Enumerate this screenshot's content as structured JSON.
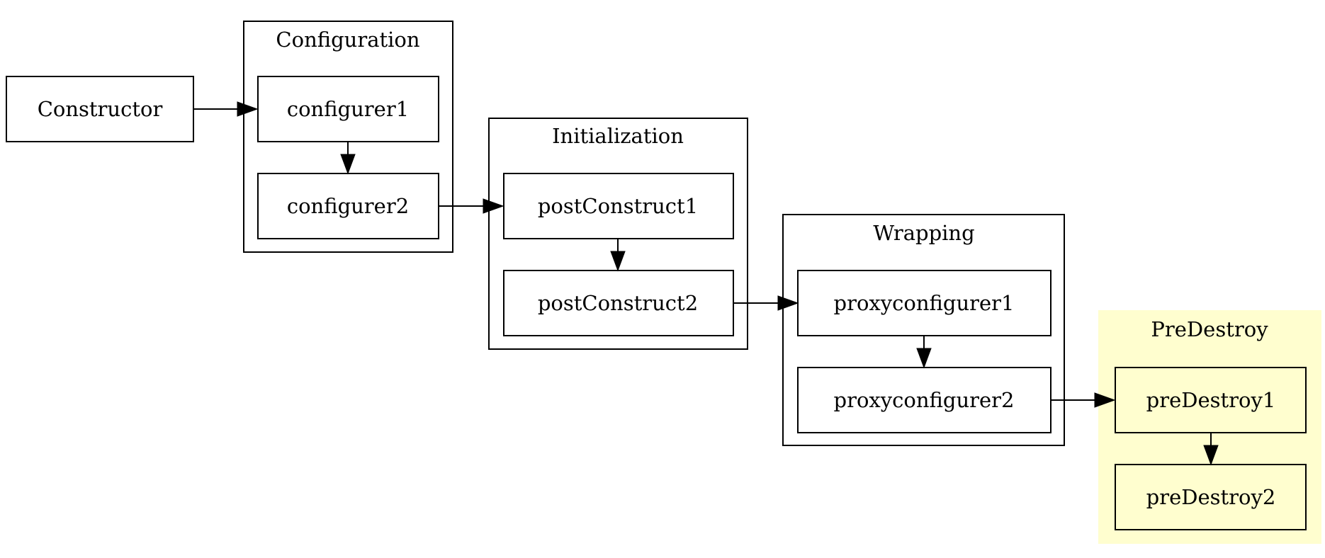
{
  "diagram": {
    "type": "flow",
    "direction": "left-to-right",
    "nodes": [
      {
        "id": "constructor",
        "label": "Constructor"
      },
      {
        "id": "configurer1",
        "label": "configurer1"
      },
      {
        "id": "configurer2",
        "label": "configurer2"
      },
      {
        "id": "postConstruct1",
        "label": "postConstruct1"
      },
      {
        "id": "postConstruct2",
        "label": "postConstruct2"
      },
      {
        "id": "proxyconfigurer1",
        "label": "proxyconfigurer1"
      },
      {
        "id": "proxyconfigurer2",
        "label": "proxyconfigurer2"
      },
      {
        "id": "preDestroy1",
        "label": "preDestroy1"
      },
      {
        "id": "preDestroy2",
        "label": "preDestroy2"
      }
    ],
    "clusters": [
      {
        "id": "configuration",
        "label": "Configuration",
        "members": [
          "configurer1",
          "configurer2"
        ]
      },
      {
        "id": "initialization",
        "label": "Initialization",
        "members": [
          "postConstruct1",
          "postConstruct2"
        ]
      },
      {
        "id": "wrapping",
        "label": "Wrapping",
        "members": [
          "proxyconfigurer1",
          "proxyconfigurer2"
        ]
      },
      {
        "id": "predestroy",
        "label": "PreDestroy",
        "members": [
          "preDestroy1",
          "preDestroy2"
        ],
        "fill_color": "#fffecf"
      }
    ],
    "edges": [
      {
        "from": "constructor",
        "to": "configurer1"
      },
      {
        "from": "configurer1",
        "to": "configurer2"
      },
      {
        "from": "configurer2",
        "to": "postConstruct1"
      },
      {
        "from": "postConstruct1",
        "to": "postConstruct2"
      },
      {
        "from": "postConstruct2",
        "to": "proxyconfigurer1"
      },
      {
        "from": "proxyconfigurer1",
        "to": "proxyconfigurer2"
      },
      {
        "from": "proxyconfigurer2",
        "to": "preDestroy1"
      },
      {
        "from": "preDestroy1",
        "to": "preDestroy2"
      }
    ]
  },
  "colors": {
    "stroke": "#000000",
    "background": "#ffffff",
    "predestroy_fill": "#fffecf"
  }
}
